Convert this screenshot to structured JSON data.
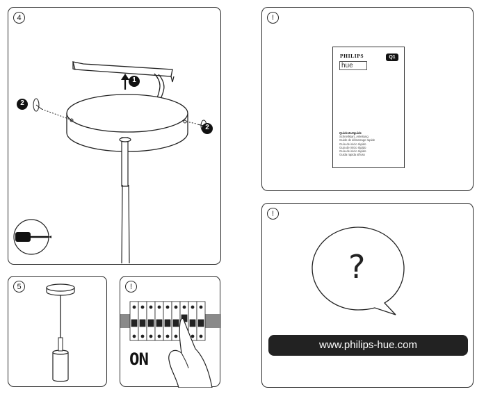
{
  "panels": {
    "step4": {
      "badge": "4",
      "callout_1": "1",
      "callout_2a": "2",
      "callout_2b": "2"
    },
    "step5": {
      "badge": "5"
    },
    "power": {
      "badge": "!",
      "on_label": "ON"
    },
    "guide": {
      "badge": "!",
      "brand": "PHILIPS",
      "product": "hue",
      "page_badge": "Q1",
      "languages": [
        "Quickstartguide",
        "Schnellstart_Anleitung",
        "Guide de démarrage rapide",
        "Guía de inicio rápido",
        "Guia de início rápido",
        "Guía de inicio rápido",
        "Guida rapida all'uso"
      ]
    },
    "help": {
      "badge": "!",
      "question": "?",
      "url": "www.philips-hue.com"
    }
  },
  "colors": {
    "line": "#2a2a2a",
    "dark_fill": "#222222",
    "background": "#ffffff"
  },
  "icons": [
    "screwdriver-icon",
    "question-bubble-icon",
    "hand-icon",
    "circuit-breaker-icon"
  ]
}
